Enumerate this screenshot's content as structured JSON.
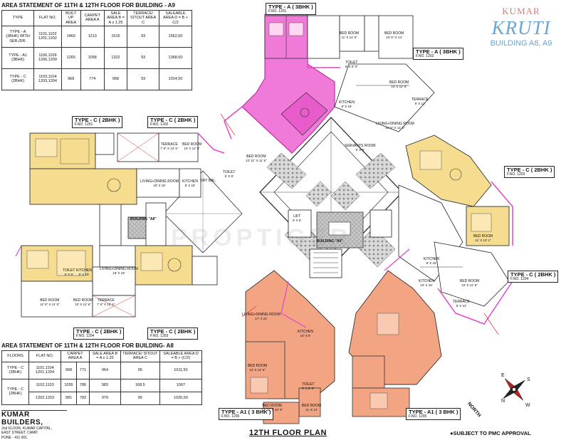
{
  "brand": {
    "line1": "KUMAR",
    "line2": "KRUTI",
    "line3": "BUILDING A8, A9"
  },
  "table_a9": {
    "title": "AREA STATEMENT OF 11TH & 12TH FLOOR FOR BUILDING - A9",
    "headers": [
      "TYPE",
      "FLAT NO.",
      "BUILT UP AREA",
      "CARPET AREA A",
      "SALE AREA B = A x 1.25",
      "TERRACE/ SITOUT AREA C",
      "SALEABLE AREA D = B + C/2"
    ],
    "rows": [
      [
        "TYPE - A (3BHK) WITH SER./DR.",
        "1101,1102 1201,1202",
        "1460",
        "1213",
        "1516",
        "93",
        "1562,50"
      ],
      [
        "TYPE - A1 (3BHK)",
        "1106,1109 1206,1209",
        "1265",
        "1058",
        "1322",
        "93",
        "1368,50"
      ],
      [
        "TYPE - C (2BHK)",
        "1103,1104 1203,1204",
        "968",
        "774",
        "968",
        "93",
        "1014,50"
      ]
    ]
  },
  "table_a8": {
    "title": "AREA STATEMENT OF 11TH & 12TH FLOOR FOR BUILDING- A8",
    "headers": [
      "FLOORS",
      "FLAT NO.",
      "CARPET AREA A",
      "SALE AREA B = A x 1.25",
      "TERRACE/ SITOUT AREA C",
      "SALEABLE AREA D = B + (C/2)"
    ],
    "rows": [
      [
        "TYPE - C (2BHK)",
        "1101,1104 1201,1204",
        "968",
        "771",
        "964",
        "95",
        "1011,50"
      ],
      [
        "TYPE - C (2BHK)",
        "1102,1103",
        "1055",
        "786",
        "983",
        "168.5",
        "1067"
      ],
      [
        "",
        "1202,1203",
        "981",
        "783",
        "979",
        "95",
        "1026,50"
      ]
    ]
  },
  "builder": {
    "name": "KUMAR BUILDERS,",
    "address": [
      "2nd FLOOR, KUMAR CAPITAL,",
      "EAST STREET, CAMP,",
      "PUNE - 411 001."
    ]
  },
  "plan_title": "12TH FLOOR PLAN",
  "approval": "●SUBJECT TO PMC APPROVAL",
  "watermark": "PROPTIGER",
  "compass": {
    "n": "N",
    "e": "E",
    "s": "S",
    "w": "W",
    "label": "NORTH"
  },
  "building_labels": {
    "a8": "BUILDING \"A8\"",
    "a9": "BUILDING \"A9\""
  },
  "types": [
    {
      "id": "a9-top-a",
      "name": "TYPE - A ( 3BHK )",
      "flat": "F.NO. 1201"
    },
    {
      "id": "a9-right-a",
      "name": "TYPE - A ( 3BHK )",
      "flat": "F.NO. 1202"
    },
    {
      "id": "a9-right-c",
      "name": "TYPE - C ( 2BHK )",
      "flat": "F.NO. 1203"
    },
    {
      "id": "a9-right-c2",
      "name": "TYPE - C ( 2BHK )",
      "flat": "F.NO. 1204"
    },
    {
      "id": "a8-top-left",
      "name": "TYPE - C ( 2BHK )",
      "flat": "F.NO. 1201"
    },
    {
      "id": "a8-top-right",
      "name": "TYPE - C ( 2BHK )",
      "flat": "F.NO. 1202"
    },
    {
      "id": "a8-bot-left",
      "name": "TYPE - C ( 2BHK )",
      "flat": "F.NO. 1204"
    },
    {
      "id": "a8-bot-right",
      "name": "TYPE - C ( 2BHK )",
      "flat": "F.NO. 1203"
    },
    {
      "id": "a1-left",
      "name": "TYPE - A1 ( 3 BHK )",
      "flat": "F.NO. 1206"
    },
    {
      "id": "a1-right",
      "name": "TYPE - A1 ( 3 BHK )",
      "flat": "F.NO. 1205"
    }
  ],
  "rooms": [
    {
      "name": "BED ROOM",
      "dim": "11' X 14' 6\""
    },
    {
      "name": "BED ROOM",
      "dim": "10' 6\" X 14'"
    },
    {
      "name": "TOILET",
      "dim": "8' X 5' 9\""
    },
    {
      "name": "BED ROOM",
      "dim": "10' X 12' 9\""
    },
    {
      "name": "TERRACE",
      "dim": "9' X 12'"
    },
    {
      "name": "KITCHEN",
      "dim": "8' X 15'"
    },
    {
      "name": "LIVING+DINING ROOM",
      "dim": "31' 6\" X 11' 6\""
    },
    {
      "name": "SERVANTS ROOM",
      "dim": "6' X 9'"
    },
    {
      "name": "BED ROOM",
      "dim": "13' 11\" X 11' 6\""
    },
    {
      "name": "TERRACE",
      "dim": "7' 9\" X 12' 6\""
    },
    {
      "name": "BED ROOM",
      "dim": "10' X 12' 6\""
    },
    {
      "name": "LIVING+DINING ROOM",
      "dim": "18' X 19'"
    },
    {
      "name": "KITCHEN",
      "dim": "8' X 15'"
    },
    {
      "name": "TOILET",
      "dim": "5' X 9'"
    },
    {
      "name": "TOILET",
      "dim": "5' X 9'"
    },
    {
      "name": "KITCHEN",
      "dim": "8' X 15'"
    },
    {
      "name": "LIVING+DINING ROOM",
      "dim": "18' X 19'"
    },
    {
      "name": "BED ROOM",
      "dim": "12' 6\" X 11' 6\""
    },
    {
      "name": "BED ROOM",
      "dim": "10' X 12' 6\""
    },
    {
      "name": "TERRACE",
      "dim": "7' 9\" X 12' 6\""
    },
    {
      "name": "LIVING+DINING ROOM",
      "dim": "17' X 21'"
    },
    {
      "name": "KITCHEN",
      "dim": "10' X 8'"
    },
    {
      "name": "BED ROOM",
      "dim": "12' X 14' 6\""
    },
    {
      "name": "TOILET",
      "dim": "8' X 5' 9\""
    },
    {
      "name": "BED ROOM",
      "dim": "13' 11\" X 10' 6\""
    },
    {
      "name": "BED ROOM",
      "dim": "11' X 14'"
    },
    {
      "name": "KITCHEN",
      "dim": "10' X 15'"
    },
    {
      "name": "BED ROOM",
      "dim": "10' X 12' 6\""
    },
    {
      "name": "TERRACE",
      "dim": "9' X 12'"
    },
    {
      "name": "BED ROOM",
      "dim": "11' X 13' 1\""
    },
    {
      "name": "KITCHEN",
      "dim": "8' X 15'"
    },
    {
      "name": "LIFT",
      "dim": "6' X 6'"
    },
    {
      "name": "DRY BAL.",
      "dim": ""
    }
  ],
  "colors": {
    "type_a": "#f07ad8",
    "type_a1": "#f3a583",
    "type_c": "#f6dc8f",
    "lines": "#222222",
    "pink_wall": "#e046c8"
  }
}
